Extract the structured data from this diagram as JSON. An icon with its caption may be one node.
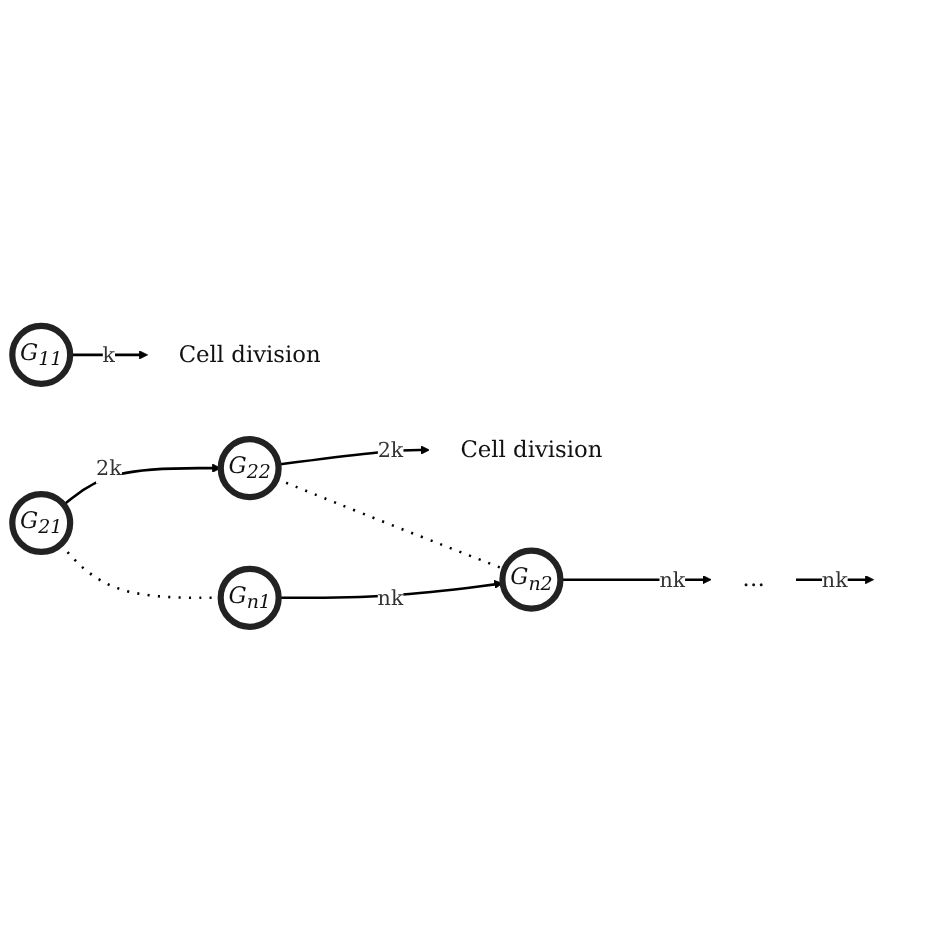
{
  "diagram": {
    "nodes": [
      {
        "text": [
          "G$_{11}$"
        ]
      },
      {
        "text": [
          "Cell division"
        ]
      },
      {
        "text": [
          "G$_{21}$"
        ]
      },
      {
        "text": [
          "G$_{22}$"
        ]
      },
      {
        "text": [
          "Cell division"
        ]
      },
      {
        "text": [
          "G$_{n1}$"
        ]
      },
      {
        "text": [
          "G$_{n2}$"
        ]
      },
      {
        "text": [
          "…"
        ]
      }
    ],
    "edges": [
      {
        "from": 0,
        "to": 1,
        "arrow": "to",
        "label": "k"
      },
      {
        "from": 2,
        "to": 3,
        "arrow": "to",
        "label": "2k"
      },
      {
        "from": 3,
        "to": 4,
        "arrow": "to",
        "label": "2k"
      },
      {
        "from": 2,
        "to": 5,
        "arrow": "none",
        "style": "dashed"
      },
      {
        "from": 3,
        "to": 6,
        "arrow": "none",
        "style": "dashed"
      },
      {
        "from": 5,
        "to": 6,
        "arrow": "to",
        "label": "nk"
      },
      {
        "from": 6,
        "to": 7,
        "arrow": "to",
        "label": "nk"
      },
      {
        "from": 7,
        "to": null,
        "arrow": "to",
        "label": "nk"
      }
    ]
  }
}
